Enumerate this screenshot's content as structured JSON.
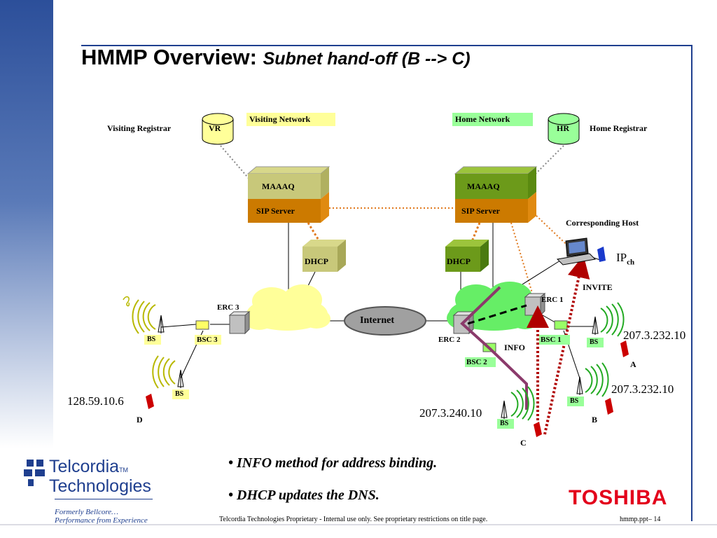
{
  "title": {
    "main": "HMMP Overview:",
    "sub": "Subnet hand-off (B --> C)"
  },
  "networks": {
    "visiting": "Visiting Network",
    "home": "Home Network"
  },
  "registrars": {
    "visiting_label": "Visiting Registrar",
    "vr": "VR",
    "home_label": "Home Registrar",
    "hr": "HR"
  },
  "servers": {
    "left_maaaq": "MAAAQ",
    "left_sip": "SIP Server",
    "right_maaaq": "MAAAQ",
    "right_sip": "SIP Server"
  },
  "dhcp": {
    "left": "DHCP",
    "right": "DHCP"
  },
  "internet": "Internet",
  "erc": {
    "erc1": "ERC 1",
    "erc2": "ERC 2",
    "erc3": "ERC 3"
  },
  "bsc": {
    "bsc1": "BSC 1",
    "bsc2": "BSC 2",
    "bsc3": "BSC 3"
  },
  "bs_label": "BS",
  "hosts": {
    "corresponding": "Corresponding Host",
    "ip_base": "IP",
    "ip_sub": "ch"
  },
  "messages": {
    "invite": "INVITE",
    "info": "INFO"
  },
  "addresses": {
    "a": "207.3.232.10",
    "b": "207.3.232.10",
    "c": "207.3.240.10",
    "d": "128.59.10.6"
  },
  "nodes": {
    "a": "A",
    "b": "B",
    "c": "C",
    "d": "D"
  },
  "bullets": [
    "INFO method for address binding.",
    "DHCP updates the DNS."
  ],
  "footer": {
    "proprietary": "Telcordia Technologies Proprietary - Internal use only.  See proprietary restrictions on title page.",
    "page": "hmmp.ppt– 14"
  },
  "brand": {
    "telcordia_1": "Telcordia",
    "tm": "TM",
    "telcordia_2": "Technologies",
    "formerly": "Formerly Bellcore…",
    "performance": "Performance from Experience",
    "toshiba": "TOSHIBA"
  },
  "colors": {
    "accent_blue": "#1f3f8f",
    "visiting_yellow": "#ffff99",
    "home_green": "#66ff66",
    "sip_orange": "#cc7a00",
    "toshiba_red": "#e3001b",
    "path_purple": "#8b3a6b",
    "dotted_red": "#b00000"
  }
}
